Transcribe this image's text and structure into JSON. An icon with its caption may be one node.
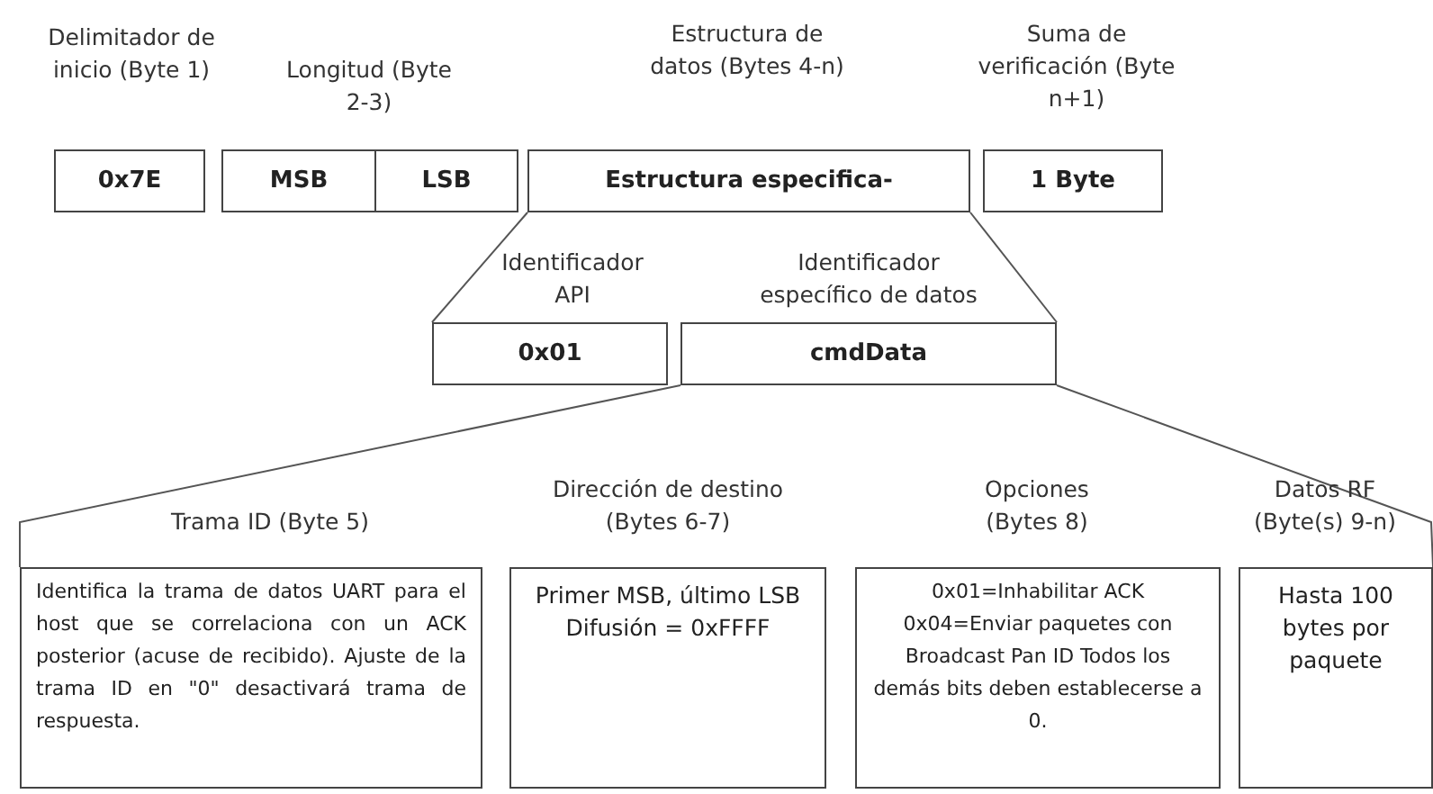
{
  "diagram": {
    "nodes": [
      {
        "text": [
          "Delimitador de inicio (Byte 1)",
          "0x7E"
        ]
      },
      {
        "text": [
          "Longitud (Byte 2-3)"
        ]
      },
      {
        "text": [
          "MSB"
        ],
        "in": 1
      },
      {
        "text": [
          "LSB"
        ],
        "in": 1
      },
      {
        "text": [
          "Estructura de datos (Bytes 4-n)",
          "Estructura especifica-"
        ]
      },
      {
        "text": [
          "Suma de verificación (Byte n+1)",
          "1 Byte"
        ]
      },
      {
        "text": [
          "Identificador API",
          "0x01"
        ]
      },
      {
        "text": [
          "Identificador específico de datos",
          "cmdData"
        ]
      },
      {
        "text": [
          "Trama ID (Byte 5)",
          "Identifica la trama de datos UART para el host que se correlaciona con un ACK posterior (acuse de recibido). Ajuste de la trama ID en \"0\" desactivará trama de respuesta."
        ]
      },
      {
        "text": [
          "Dirección de destino (Bytes 6-7)",
          "Primer MSB, último LSB Difusión = 0xFFFF"
        ]
      },
      {
        "text": [
          "Opciones (Bytes 8)",
          "0x01=Inhabilitar ACK 0x04=Enviar paquetes con Broadcast Pan ID Todos los demás bits deben establecerse a 0."
        ]
      },
      {
        "text": [
          "Datos RF (Byte(s) 9-n)",
          "Hasta 100 bytes por paquete"
        ]
      }
    ],
    "edges": [
      {
        "from": 4,
        "to": 6,
        "arrow": "none"
      },
      {
        "from": 4,
        "to": 7,
        "arrow": "none"
      },
      {
        "from": 7,
        "to": 8,
        "arrow": "none"
      },
      {
        "from": 7,
        "to": 11,
        "arrow": "none"
      }
    ]
  }
}
